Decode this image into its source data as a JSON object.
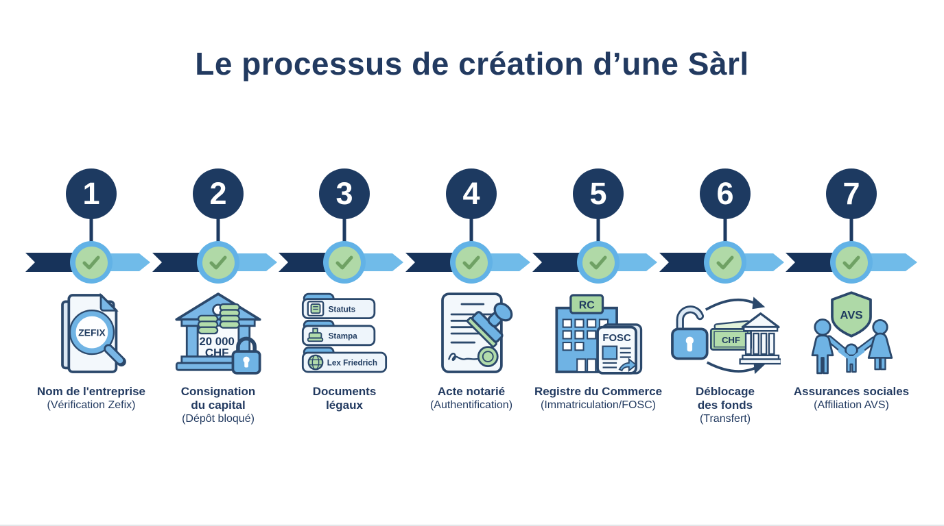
{
  "title": "Le processus de création d’une Sàrl",
  "colors": {
    "title_text": "#223a60",
    "number_circle": "#1d3a61",
    "band_dark": "#17335a",
    "band_light": "#70bbe9",
    "checkpoint_ring": "#62b2e6",
    "checkpoint_fill": "#b0d9a7",
    "checkmark": "#6fa164",
    "icon_blue": "#6fb3e4",
    "icon_light": "#f3f8fc",
    "icon_green": "#b2dcab",
    "icon_outline": "#2b486b",
    "label_text": "#223a60"
  },
  "steps": [
    {
      "number": "1",
      "label_line1": "Nom de l'entreprise",
      "sub": "(Vérification Zefix)",
      "icon": "zefix-document-magnifier",
      "icon_text": "ZEFIX"
    },
    {
      "number": "2",
      "label_line1": "Consignation",
      "label_line2": "du capital",
      "sub": "(Dépôt bloqué)",
      "icon": "bank-deposit-lock",
      "icon_amount": "20 000",
      "icon_currency": "CHF"
    },
    {
      "number": "3",
      "label_line1": "Documents",
      "label_line2": "légaux",
      "icon": "legal-documents-folders",
      "doc_labels": [
        "Statuts",
        "Stampa",
        "Lex Friedrich"
      ]
    },
    {
      "number": "4",
      "label_line1": "Acte notarié",
      "sub": "(Authentification)",
      "icon": "notarized-deed-stamp"
    },
    {
      "number": "5",
      "label_line1": "Registre du Commerce",
      "sub": "(Immatriculation/FOSC)",
      "icon": "commerce-registry-newspaper",
      "icon_sign": "RC",
      "icon_paper": "FOSC"
    },
    {
      "number": "6",
      "label_line1": "Déblocage",
      "label_line2": "des fonds",
      "sub": "(Transfert)",
      "icon": "funds-release-transfer",
      "icon_note": "CHF"
    },
    {
      "number": "7",
      "label_line1": "Assurances sociales",
      "sub": "(Affiliation AVS)",
      "icon": "social-insurance-family",
      "icon_shield": "AVS"
    }
  ]
}
